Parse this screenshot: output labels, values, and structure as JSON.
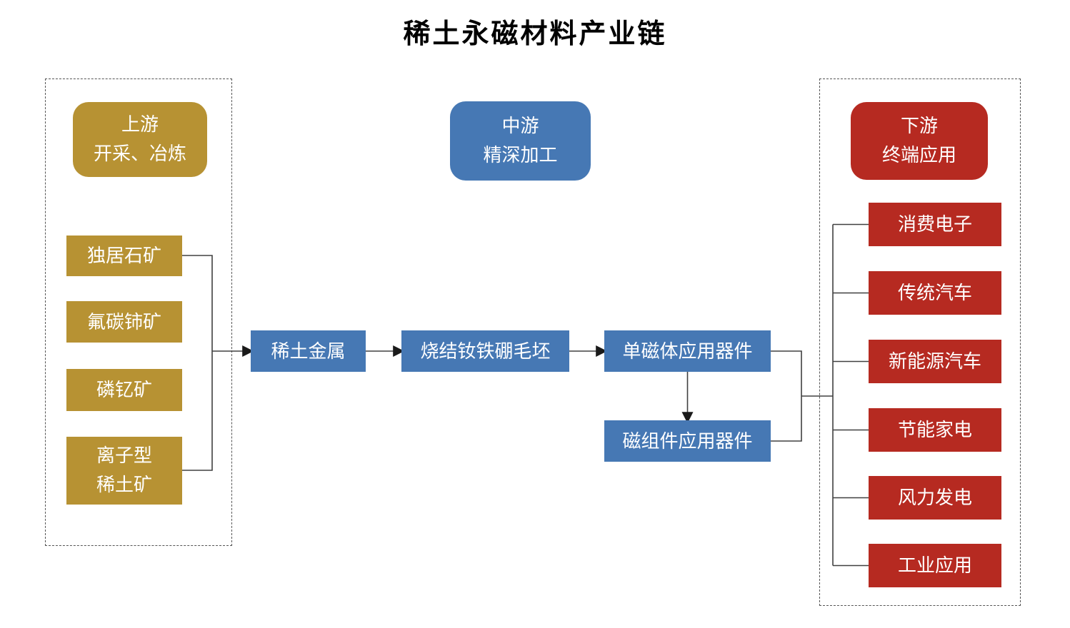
{
  "title": "稀土永磁材料产业链",
  "colors": {
    "upstream": "#B79233",
    "midstream": "#4678B4",
    "downstream": "#B62A21",
    "connector": "#404040"
  },
  "upstream": {
    "header": "上游\n开采、冶炼",
    "items": [
      "独居石矿",
      "氟碳铈矿",
      "磷钇矿",
      "离子型\n稀土矿"
    ]
  },
  "midstream": {
    "header": "中游\n精深加工",
    "chain": [
      "稀土金属",
      "烧结钕铁硼毛坯",
      "单磁体应用器件",
      "磁组件应用器件"
    ]
  },
  "downstream": {
    "header": "下游\n终端应用",
    "items": [
      "消费电子",
      "传统汽车",
      "新能源汽车",
      "节能家电",
      "风力发电",
      "工业应用"
    ]
  }
}
